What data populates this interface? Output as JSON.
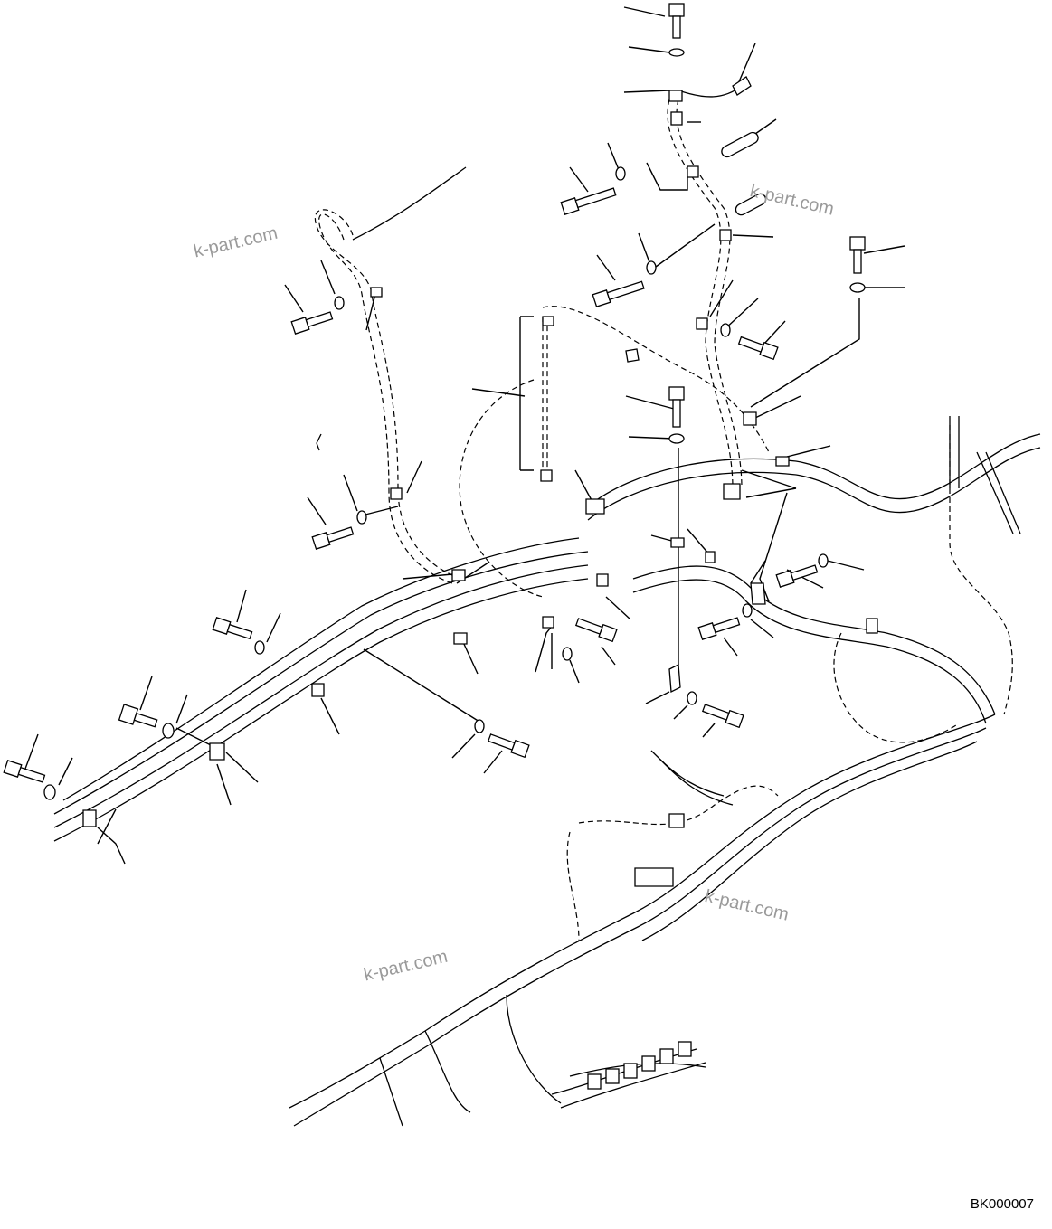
{
  "watermarks": [
    "k-part.com",
    "k-part.com",
    "k-part.com",
    "k-part.com"
  ],
  "drawing_code": "BK000007",
  "colors": {
    "line": "#000000",
    "background": "#ffffff",
    "watermark": "#9a9a9a"
  },
  "parts": {
    "bolts": 15,
    "washers": 15,
    "clamps": 18
  }
}
